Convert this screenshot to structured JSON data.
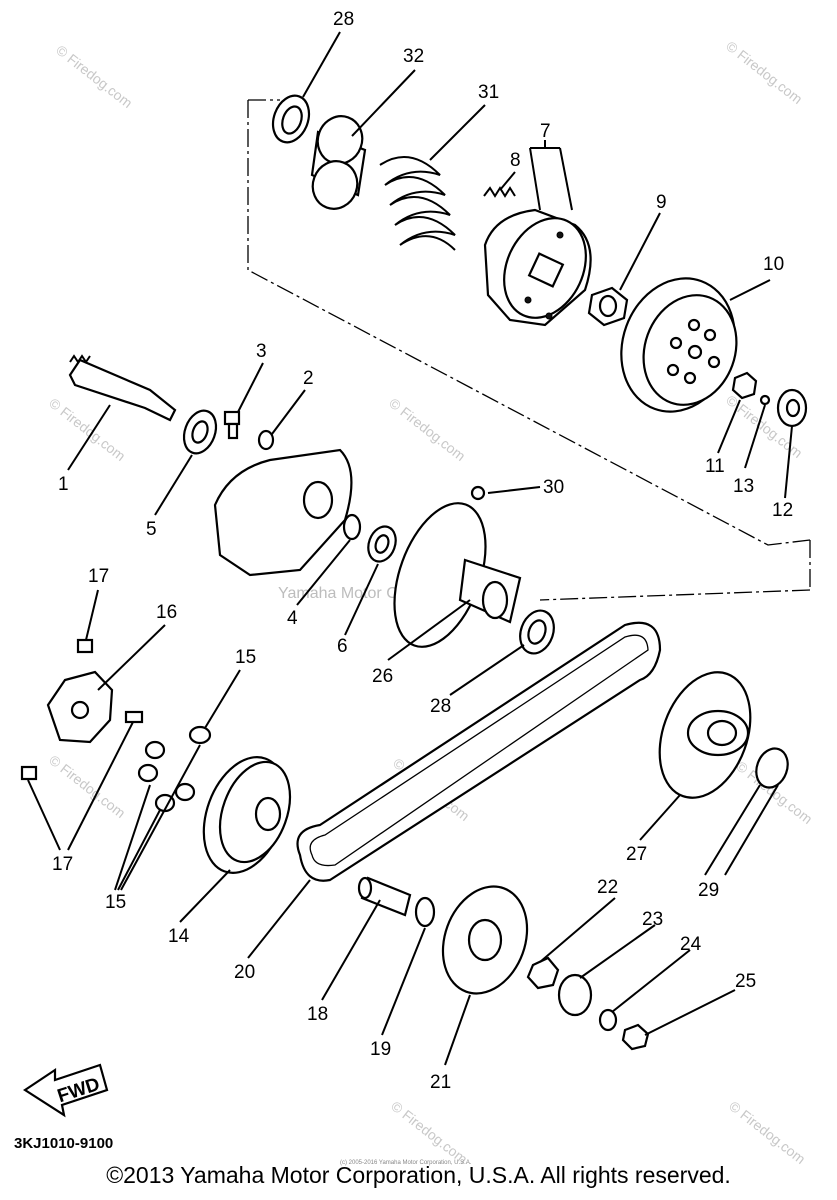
{
  "diagram": {
    "part_labels": [
      "28",
      "32",
      "31",
      "7",
      "8",
      "9",
      "10",
      "3",
      "2",
      "1",
      "5",
      "11",
      "13",
      "12",
      "30",
      "4",
      "6",
      "17",
      "16",
      "15",
      "26",
      "28",
      "27",
      "29",
      "14",
      "17",
      "15",
      "20",
      "22",
      "23",
      "24",
      "25",
      "18",
      "19",
      "21"
    ],
    "fwd_label": "FWD",
    "drawing_code": "3KJ1010-9100",
    "watermark_yamaha": "Yamaha Motor Corp. U.S.A.",
    "watermark_firedog": "© Firedog.com",
    "small_print": "(c) 2005-2016 Yamaha Motor Corporation, U.S.A.",
    "copyright": "©2013 Yamaha Motor Corporation, U.S.A. All rights reserved."
  }
}
